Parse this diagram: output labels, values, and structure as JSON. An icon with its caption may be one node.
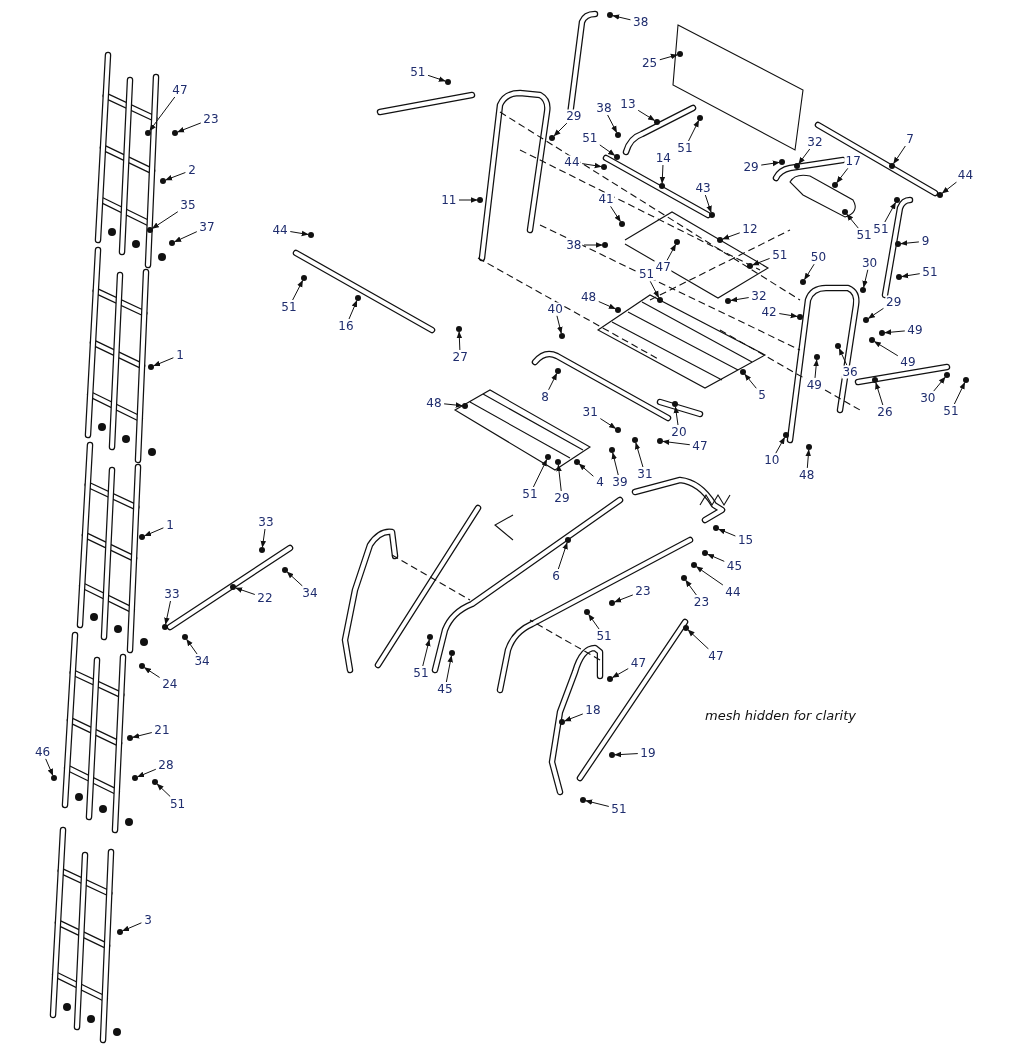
{
  "diagram": {
    "nodes": [
      {
        "text": [
          "47"
        ]
      },
      {
        "text": [
          "23"
        ]
      },
      {
        "text": [
          "2"
        ]
      },
      {
        "text": [
          "35"
        ]
      },
      {
        "text": [
          "37"
        ]
      },
      {
        "text": [
          "1"
        ]
      },
      {
        "text": [
          "1"
        ]
      },
      {
        "text": [
          "33"
        ]
      },
      {
        "text": [
          "34"
        ]
      },
      {
        "text": [
          "22"
        ]
      },
      {
        "text": [
          "33"
        ]
      },
      {
        "text": [
          "34"
        ]
      },
      {
        "text": [
          "24"
        ]
      },
      {
        "text": [
          "21"
        ]
      },
      {
        "text": [
          "46"
        ]
      },
      {
        "text": [
          "28"
        ]
      },
      {
        "text": [
          "51"
        ]
      },
      {
        "text": [
          "3"
        ]
      },
      {
        "text": [
          "51"
        ]
      },
      {
        "text": [
          "38"
        ]
      },
      {
        "text": [
          "25"
        ]
      },
      {
        "text": [
          "13"
        ]
      },
      {
        "text": [
          "38"
        ]
      },
      {
        "text": [
          "51"
        ]
      },
      {
        "text": [
          "44"
        ]
      },
      {
        "text": [
          "51"
        ]
      },
      {
        "text": [
          "11"
        ]
      },
      {
        "text": [
          "29"
        ]
      },
      {
        "text": [
          "14"
        ]
      },
      {
        "text": [
          "29"
        ]
      },
      {
        "text": [
          "32"
        ]
      },
      {
        "text": [
          "17"
        ]
      },
      {
        "text": [
          "7"
        ]
      },
      {
        "text": [
          "44"
        ]
      },
      {
        "text": [
          "43"
        ]
      },
      {
        "text": [
          "41"
        ]
      },
      {
        "text": [
          "38"
        ]
      },
      {
        "text": [
          "12"
        ]
      },
      {
        "text": [
          "47"
        ]
      },
      {
        "text": [
          "51"
        ]
      },
      {
        "text": [
          "51"
        ]
      },
      {
        "text": [
          "9"
        ]
      },
      {
        "text": [
          "51"
        ]
      },
      {
        "text": [
          "50"
        ]
      },
      {
        "text": [
          "51"
        ]
      },
      {
        "text": [
          "30"
        ]
      },
      {
        "text": [
          "51"
        ]
      },
      {
        "text": [
          "48"
        ]
      },
      {
        "text": [
          "32"
        ]
      },
      {
        "text": [
          "42"
        ]
      },
      {
        "text": [
          "29"
        ]
      },
      {
        "text": [
          "49"
        ]
      },
      {
        "text": [
          "49"
        ]
      },
      {
        "text": [
          "36"
        ]
      },
      {
        "text": [
          "49"
        ]
      },
      {
        "text": [
          "5"
        ]
      },
      {
        "text": [
          "26"
        ]
      },
      {
        "text": [
          "30"
        ]
      },
      {
        "text": [
          "51"
        ]
      },
      {
        "text": [
          "10"
        ]
      },
      {
        "text": [
          "48"
        ]
      },
      {
        "text": [
          "20"
        ]
      },
      {
        "text": [
          "44"
        ]
      },
      {
        "text": [
          "51"
        ]
      },
      {
        "text": [
          "16"
        ]
      },
      {
        "text": [
          "27"
        ]
      },
      {
        "text": [
          "40"
        ]
      },
      {
        "text": [
          "8"
        ]
      },
      {
        "text": [
          "48"
        ]
      },
      {
        "text": [
          "31"
        ]
      },
      {
        "text": [
          "39"
        ]
      },
      {
        "text": [
          "31"
        ]
      },
      {
        "text": [
          "47"
        ]
      },
      {
        "text": [
          "4"
        ]
      },
      {
        "text": [
          "51"
        ]
      },
      {
        "text": [
          "29"
        ]
      },
      {
        "text": [
          "15"
        ]
      },
      {
        "text": [
          "6"
        ]
      },
      {
        "text": [
          "45"
        ]
      },
      {
        "text": [
          "44"
        ]
      },
      {
        "text": [
          "23"
        ]
      },
      {
        "text": [
          "23"
        ]
      },
      {
        "text": [
          "51"
        ]
      },
      {
        "text": [
          "47"
        ]
      },
      {
        "text": [
          "47"
        ]
      },
      {
        "text": [
          "51"
        ]
      },
      {
        "text": [
          "45"
        ]
      },
      {
        "text": [
          "18"
        ]
      },
      {
        "text": [
          "19"
        ]
      },
      {
        "text": [
          "51"
        ]
      },
      {
        "text": [],
        "shape": "circle"
      },
      {
        "text": [],
        "shape": "circle"
      },
      {
        "text": [],
        "shape": "circle"
      },
      {
        "text": [],
        "shape": "circle"
      },
      {
        "text": [],
        "shape": "circle"
      },
      {
        "text": [],
        "shape": "circle"
      },
      {
        "text": [],
        "shape": "circle"
      },
      {
        "text": [],
        "shape": "circle"
      },
      {
        "text": [],
        "shape": "circle"
      },
      {
        "text": [],
        "shape": "circle"
      },
      {
        "text": [],
        "shape": "circle"
      },
      {
        "text": [],
        "shape": "circle"
      },
      {
        "text": [],
        "shape": "circle"
      },
      {
        "text": [],
        "shape": "circle"
      },
      {
        "text": [],
        "shape": "circle"
      },
      {
        "text": [],
        "shape": "circle"
      },
      {
        "text": [],
        "shape": "circle"
      },
      {
        "text": [],
        "shape": "circle"
      },
      {
        "text": [],
        "shape": "circle"
      },
      {
        "text": [],
        "shape": "circle"
      },
      {
        "text": [],
        "shape": "circle"
      },
      {
        "text": [],
        "shape": "circle"
      },
      {
        "text": [],
        "shape": "circle"
      },
      {
        "text": [],
        "shape": "circle"
      },
      {
        "text": [],
        "shape": "circle"
      },
      {
        "text": [],
        "shape": "circle"
      },
      {
        "text": [],
        "shape": "circle"
      },
      {
        "text": [],
        "shape": "circle"
      },
      {
        "text": [],
        "shape": "circle"
      },
      {
        "text": [],
        "shape": "circle"
      },
      {
        "text": [],
        "shape": "circle"
      },
      {
        "text": [],
        "shape": "circle"
      },
      {
        "text": [],
        "shape": "circle"
      },
      {
        "text": [],
        "shape": "circle"
      },
      {
        "text": [],
        "shape": "circle"
      },
      {
        "text": [],
        "shape": "circle"
      },
      {
        "text": [],
        "shape": "circle"
      },
      {
        "text": [],
        "shape": "circle"
      },
      {
        "text": [],
        "shape": "circle"
      },
      {
        "text": [],
        "shape": "circle"
      },
      {
        "text": [],
        "shape": "circle"
      },
      {
        "text": [],
        "shape": "circle"
      },
      {
        "text": [],
        "shape": "circle"
      },
      {
        "text": [],
        "shape": "circle"
      },
      {
        "text": [],
        "shape": "circle"
      },
      {
        "text": [],
        "shape": "circle"
      },
      {
        "text": [],
        "shape": "circle"
      },
      {
        "text": [],
        "shape": "circle"
      },
      {
        "text": [],
        "shape": "circle"
      },
      {
        "text": [],
        "shape": "circle"
      },
      {
        "text": [],
        "shape": "circle"
      },
      {
        "text": [],
        "shape": "circle"
      },
      {
        "text": [],
        "shape": "circle"
      },
      {
        "text": [],
        "shape": "circle"
      },
      {
        "text": [],
        "shape": "circle"
      },
      {
        "text": [],
        "shape": "circle"
      },
      {
        "text": [],
        "shape": "circle"
      },
      {
        "text": [],
        "shape": "circle"
      },
      {
        "text": [],
        "shape": "circle"
      },
      {
        "text": [],
        "shape": "circle"
      },
      {
        "text": [],
        "shape": "circle"
      },
      {
        "text": [],
        "shape": "circle"
      },
      {
        "text": [],
        "shape": "circle"
      },
      {
        "text": [],
        "shape": "circle"
      },
      {
        "text": [],
        "shape": "circle"
      },
      {
        "text": [],
        "shape": "circle"
      },
      {
        "text": [],
        "shape": "circle"
      },
      {
        "text": [],
        "shape": "circle"
      },
      {
        "text": [],
        "shape": "circle"
      },
      {
        "text": [],
        "shape": "circle"
      },
      {
        "text": [],
        "shape": "circle"
      },
      {
        "text": [],
        "shape": "circle"
      },
      {
        "text": [],
        "shape": "circle"
      },
      {
        "text": [],
        "shape": "circle"
      },
      {
        "text": [],
        "shape": "circle"
      },
      {
        "text": [],
        "shape": "circle"
      },
      {
        "text": [],
        "shape": "circle"
      },
      {
        "text": [],
        "shape": "circle"
      },
      {
        "text": [],
        "shape": "circle"
      },
      {
        "text": [],
        "shape": "circle"
      },
      {
        "text": [],
        "shape": "circle"
      },
      {
        "text": [],
        "shape": "circle"
      },
      {
        "text": [],
        "shape": "circle"
      },
      {
        "text": [],
        "shape": "circle"
      },
      {
        "text": [],
        "shape": "circle"
      },
      {
        "text": [],
        "shape": "circle"
      },
      {
        "text": [],
        "shape": "circle"
      },
      {
        "text": [],
        "shape": "circle"
      },
      {
        "text": [],
        "shape": "circle"
      },
      {
        "text": [],
        "shape": "circle"
      }
    ],
    "edges": [
      {
        "from": 0,
        "to": 90,
        "arrow": "to"
      },
      {
        "from": 1,
        "to": 91,
        "arrow": "to"
      },
      {
        "from": 2,
        "to": 92,
        "arrow": "to"
      },
      {
        "from": 3,
        "to": 93,
        "arrow": "to"
      },
      {
        "from": 4,
        "to": 94,
        "arrow": "to"
      },
      {
        "from": 5,
        "to": 95,
        "arrow": "to"
      },
      {
        "from": 6,
        "to": 96,
        "arrow": "to"
      },
      {
        "from": 7,
        "to": 97,
        "arrow": "to"
      },
      {
        "from": 8,
        "to": 98,
        "arrow": "to"
      },
      {
        "from": 9,
        "to": 99,
        "arrow": "to"
      },
      {
        "from": 10,
        "to": 100,
        "arrow": "to"
      },
      {
        "from": 11,
        "to": 101,
        "arrow": "to"
      },
      {
        "from": 12,
        "to": 102,
        "arrow": "to"
      },
      {
        "from": 13,
        "to": 103,
        "arrow": "to"
      },
      {
        "from": 14,
        "to": 104,
        "arrow": "to"
      },
      {
        "from": 15,
        "to": 105,
        "arrow": "to"
      },
      {
        "from": 16,
        "to": 106,
        "arrow": "to"
      },
      {
        "from": 17,
        "to": 107,
        "arrow": "to"
      },
      {
        "from": 18,
        "to": 108,
        "arrow": "to"
      },
      {
        "from": 19,
        "to": 109,
        "arrow": "to"
      },
      {
        "from": 20,
        "to": 110,
        "arrow": "to"
      },
      {
        "from": 21,
        "to": 111,
        "arrow": "to"
      },
      {
        "from": 22,
        "to": 112,
        "arrow": "to"
      },
      {
        "from": 23,
        "to": 113,
        "arrow": "to"
      },
      {
        "from": 24,
        "to": 114,
        "arrow": "to"
      },
      {
        "from": 25,
        "to": 115,
        "arrow": "to"
      },
      {
        "from": 26,
        "to": 116,
        "arrow": "to"
      },
      {
        "from": 27,
        "to": 117,
        "arrow": "to"
      },
      {
        "from": 28,
        "to": 118,
        "arrow": "to"
      },
      {
        "from": 29,
        "to": 119,
        "arrow": "to"
      },
      {
        "from": 30,
        "to": 120,
        "arrow": "to"
      },
      {
        "from": 31,
        "to": 121,
        "arrow": "to"
      },
      {
        "from": 32,
        "to": 122,
        "arrow": "to"
      },
      {
        "from": 33,
        "to": 123,
        "arrow": "to"
      },
      {
        "from": 34,
        "to": 124,
        "arrow": "to"
      },
      {
        "from": 35,
        "to": 125,
        "arrow": "to"
      },
      {
        "from": 36,
        "to": 126,
        "arrow": "to"
      },
      {
        "from": 37,
        "to": 127,
        "arrow": "to"
      },
      {
        "from": 38,
        "to": 128,
        "arrow": "to"
      },
      {
        "from": 39,
        "to": 129,
        "arrow": "to"
      },
      {
        "from": 40,
        "to": 130,
        "arrow": "to"
      },
      {
        "from": 41,
        "to": 131,
        "arrow": "to"
      },
      {
        "from": 42,
        "to": 132,
        "arrow": "to"
      },
      {
        "from": 43,
        "to": 133,
        "arrow": "to"
      },
      {
        "from": 44,
        "to": 134,
        "arrow": "to"
      },
      {
        "from": 45,
        "to": 135,
        "arrow": "to"
      },
      {
        "from": 46,
        "to": 136,
        "arrow": "to"
      },
      {
        "from": 47,
        "to": 137,
        "arrow": "to"
      },
      {
        "from": 48,
        "to": 138,
        "arrow": "to"
      },
      {
        "from": 49,
        "to": 139,
        "arrow": "to"
      },
      {
        "from": 50,
        "to": 140,
        "arrow": "to"
      },
      {
        "from": 51,
        "to": 141,
        "arrow": "to"
      },
      {
        "from": 52,
        "to": 142,
        "arrow": "to"
      },
      {
        "from": 53,
        "to": 143,
        "arrow": "to"
      },
      {
        "from": 54,
        "to": 144,
        "arrow": "to"
      },
      {
        "from": 55,
        "to": 145,
        "arrow": "to"
      },
      {
        "from": 56,
        "to": 146,
        "arrow": "to"
      },
      {
        "from": 57,
        "to": 147,
        "arrow": "to"
      },
      {
        "from": 58,
        "to": 148,
        "arrow": "to"
      },
      {
        "from": 59,
        "to": 149,
        "arrow": "to"
      },
      {
        "from": 60,
        "to": 150,
        "arrow": "to"
      },
      {
        "from": 61,
        "to": 151,
        "arrow": "to"
      },
      {
        "from": 62,
        "to": 152,
        "arrow": "to"
      },
      {
        "from": 63,
        "to": 153,
        "arrow": "to"
      },
      {
        "from": 64,
        "to": 154,
        "arrow": "to"
      },
      {
        "from": 65,
        "to": 155,
        "arrow": "to"
      },
      {
        "from": 66,
        "to": 156,
        "arrow": "to"
      },
      {
        "from": 67,
        "to": 157,
        "arrow": "to"
      },
      {
        "from": 68,
        "to": 158,
        "arrow": "to"
      },
      {
        "from": 69,
        "to": 159,
        "arrow": "to"
      },
      {
        "from": 70,
        "to": 160,
        "arrow": "to"
      },
      {
        "from": 71,
        "to": 161,
        "arrow": "to"
      },
      {
        "from": 72,
        "to": 162,
        "arrow": "to"
      },
      {
        "from": 73,
        "to": 163,
        "arrow": "to"
      },
      {
        "from": 74,
        "to": 164,
        "arrow": "to"
      },
      {
        "from": 75,
        "to": 165,
        "arrow": "to"
      },
      {
        "from": 76,
        "to": 166,
        "arrow": "to"
      },
      {
        "from": 77,
        "to": 167,
        "arrow": "to"
      },
      {
        "from": 78,
        "to": 168,
        "arrow": "to"
      },
      {
        "from": 79,
        "to": 169,
        "arrow": "to"
      },
      {
        "from": 80,
        "to": 170,
        "arrow": "to"
      },
      {
        "from": 81,
        "to": 171,
        "arrow": "to"
      },
      {
        "from": 82,
        "to": 172,
        "arrow": "to"
      },
      {
        "from": 83,
        "to": 173,
        "arrow": "to"
      },
      {
        "from": 84,
        "to": 174,
        "arrow": "to"
      },
      {
        "from": 85,
        "to": 175,
        "arrow": "to"
      },
      {
        "from": 86,
        "to": 176,
        "arrow": "to"
      },
      {
        "from": 87,
        "to": 177,
        "arrow": "to"
      },
      {
        "from": 88,
        "to": 178,
        "arrow": "to"
      },
      {
        "from": 89,
        "to": 179,
        "arrow": "to"
      }
    ],
    "labels": [
      "mesh hidden for clarity"
    ]
  }
}
